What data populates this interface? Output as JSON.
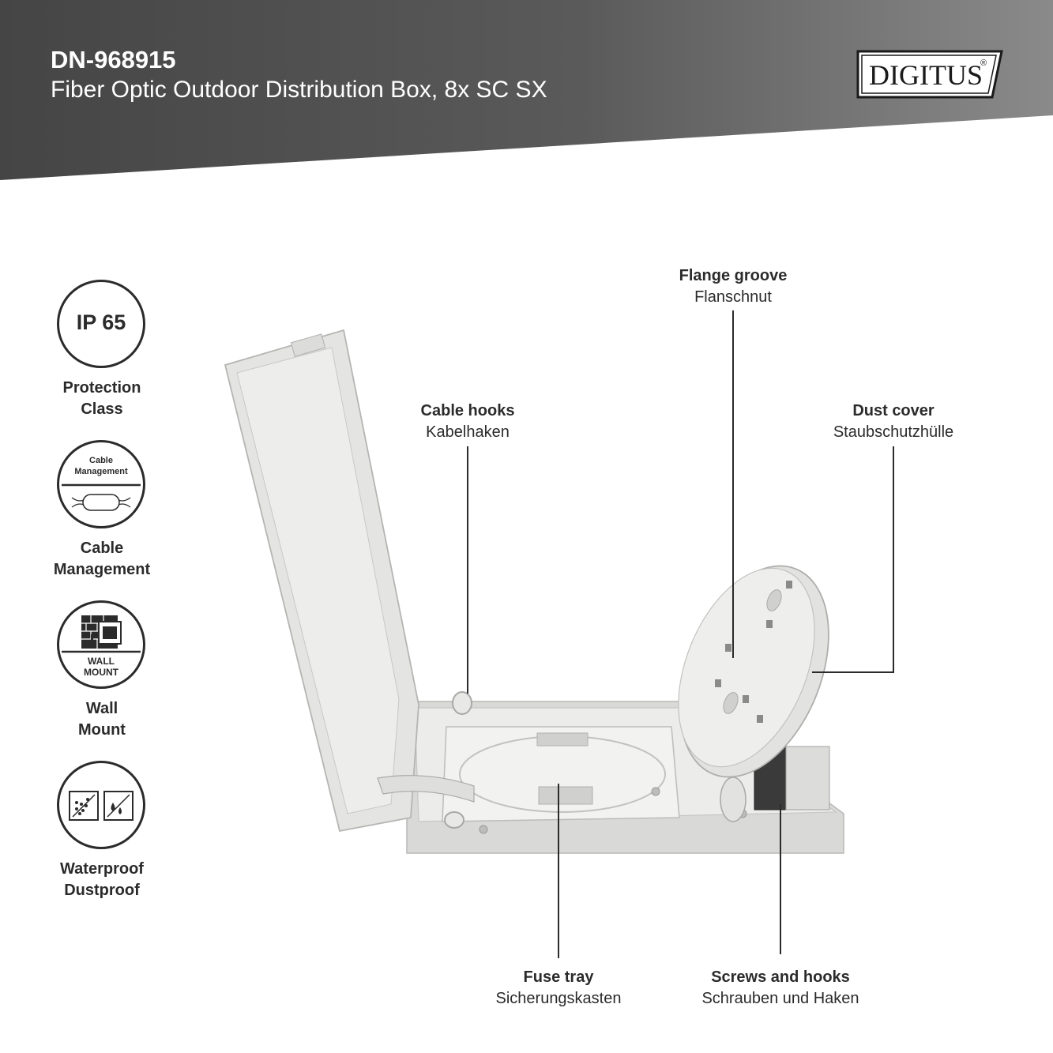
{
  "header": {
    "model": "DN-968915",
    "subtitle": "Fiber Optic Outdoor Distribution Box, 8x SC SX",
    "brand": "DIGITUS",
    "brand_mark": "®"
  },
  "features": [
    {
      "icon": "ip65-icon",
      "icon_text": "IP 65",
      "label_1": "Protection",
      "label_2": "Class"
    },
    {
      "icon": "cable-management-icon",
      "icon_text_1": "Cable",
      "icon_text_2": "Management",
      "label_1": "Cable",
      "label_2": "Management"
    },
    {
      "icon": "wall-mount-icon",
      "icon_text_1": "WALL",
      "icon_text_2": "MOUNT",
      "label_1": "Wall",
      "label_2": "Mount"
    },
    {
      "icon": "waterproof-dustproof-icon",
      "label_1": "Waterproof",
      "label_2": "Dustproof"
    }
  ],
  "callouts": {
    "flange": {
      "en": "Flange groove",
      "de": "Flanschnut"
    },
    "hooks": {
      "en": "Cable hooks",
      "de": "Kabelhaken"
    },
    "dust": {
      "en": "Dust cover",
      "de": "Staubschutzhülle"
    },
    "fuse": {
      "en": "Fuse tray",
      "de": "Sicherungskasten"
    },
    "screws": {
      "en": "Screws and hooks",
      "de": "Schrauben und Haken"
    }
  },
  "colors": {
    "banner": "#4a4a4a",
    "text": "#2b2b2b",
    "product": "#e4e4e2"
  }
}
